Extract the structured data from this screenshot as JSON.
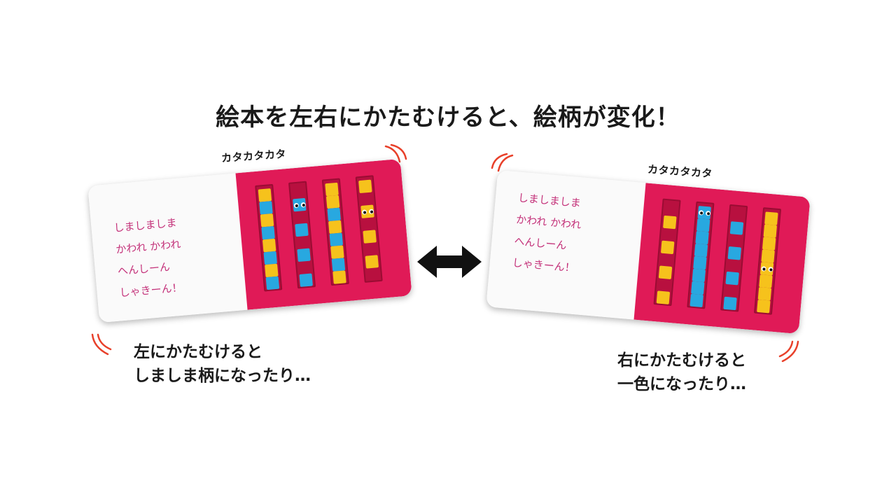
{
  "headline": "絵本を左右にかたむけると、絵柄が変化！",
  "poem": {
    "line1": "しましましま",
    "line2": "かわれ かわれ",
    "line3": "へんしーん",
    "line4": "しゃきーん！"
  },
  "sound_effect": "カタカタカタ",
  "left_caption": {
    "line1": "左にかたむけると",
    "line2": "しましま柄になったり…"
  },
  "right_caption": {
    "line1": "右にかたむけると",
    "line2": "一色になったり…"
  },
  "colors": {
    "pink_page": "#e01a57",
    "slot": "#b8103f",
    "tile_yellow": "#f6c21c",
    "tile_blue": "#28a8e0",
    "poem_text": "#c4327a",
    "wiggle_lines": "#e8402a",
    "arrow": "#111111"
  },
  "icons": {
    "arrow": "double-headed-arrow-icon",
    "motion": "wiggle-lines-icon",
    "face": "eyes-icon"
  }
}
